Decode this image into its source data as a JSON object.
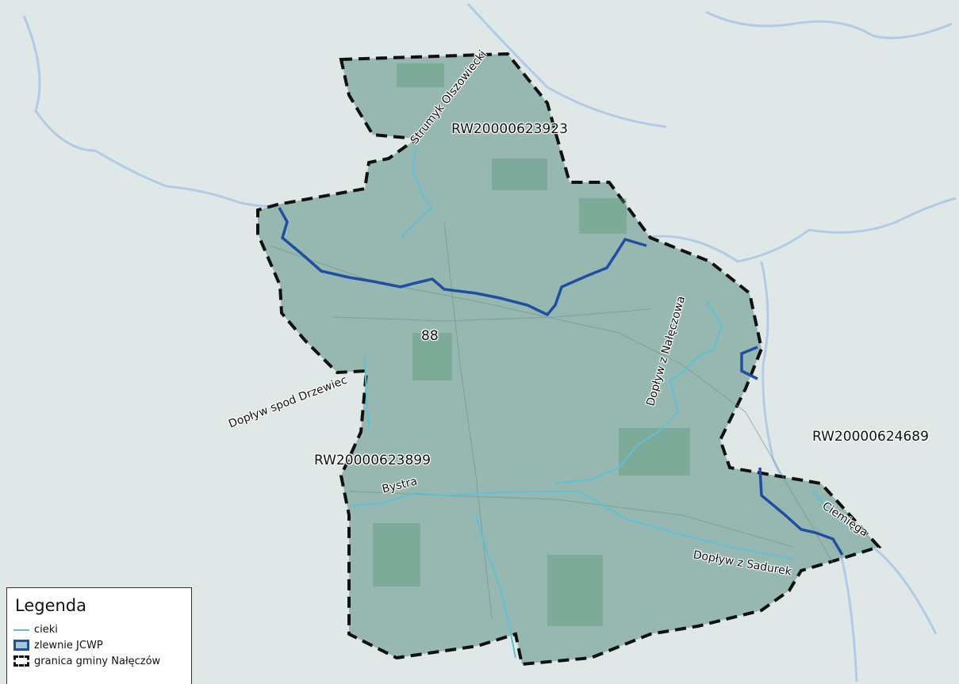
{
  "legend": {
    "title": "Legenda",
    "items": [
      {
        "label": "cieki",
        "symbol": "line",
        "color": "#5ec2d6"
      },
      {
        "label": "zlewnie JCWP",
        "symbol": "fill",
        "color": "#a9c7cf",
        "stroke": "#1e4fa3"
      },
      {
        "label": "granica gminy Nałęczów",
        "symbol": "dashed-border",
        "color": "#111111"
      }
    ]
  },
  "labels": {
    "rw1": "RW20000623923",
    "rw2": "RW20000623899",
    "rw3": "RW20000624689",
    "num": "88",
    "river_strumyk": "Strumyk Olszowiecki",
    "river_drzewiec": "Dopływ spod Drzewiec",
    "river_naleczow": "Dopływ z Nałęczowa",
    "river_bystra": "Bystra",
    "river_sadurek": "Dopływ z Sadurek",
    "river_ciemiega": "Ciemięga"
  },
  "colors": {
    "background": "#dfe8e6",
    "municipality_fill": "#8fb3aa",
    "catchment_boundary": "#1e4fa3",
    "rivers": "#5ec2d6",
    "outer_rivers": "#a9c6e6",
    "border": "#111111"
  }
}
